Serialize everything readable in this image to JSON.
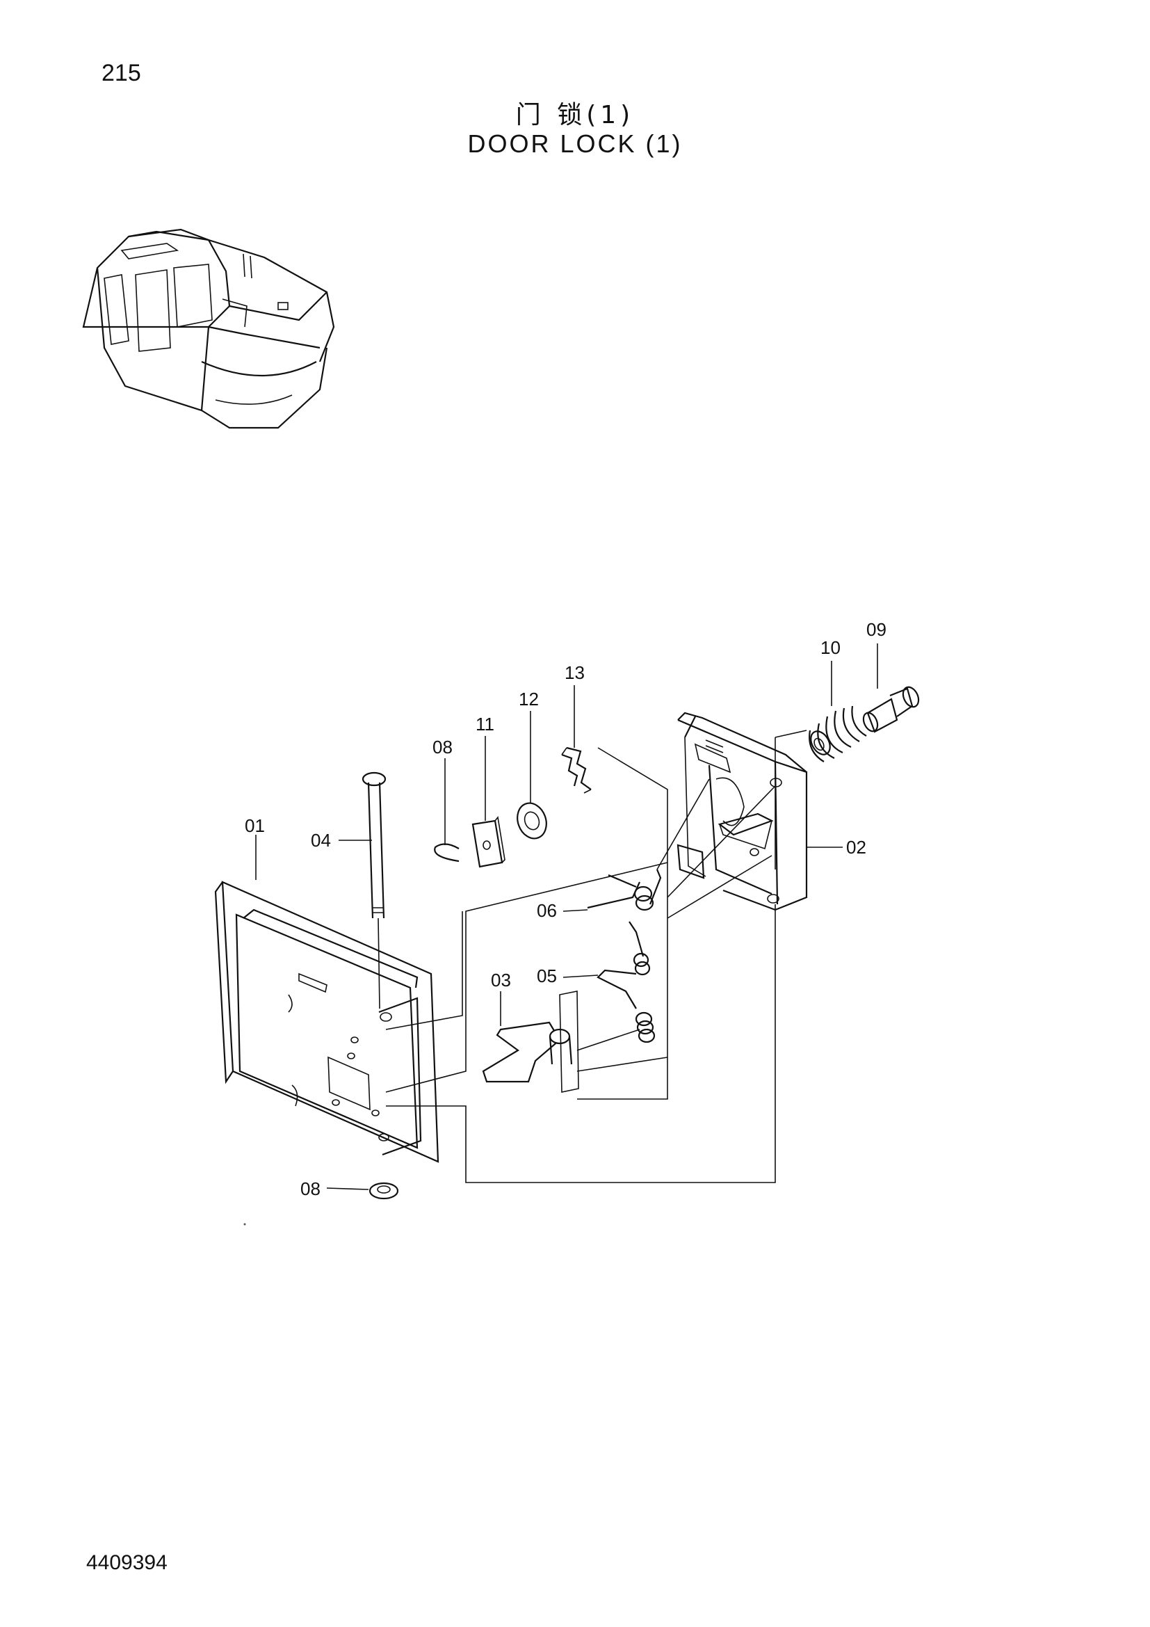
{
  "page": {
    "number": "215",
    "title_cn": "门 锁(1)",
    "title_en": "DOOR LOCK (1)",
    "document_number": "4409394"
  },
  "callouts": [
    {
      "id": "01",
      "label": "01"
    },
    {
      "id": "02",
      "label": "02"
    },
    {
      "id": "03",
      "label": "03"
    },
    {
      "id": "04",
      "label": "04"
    },
    {
      "id": "05",
      "label": "05"
    },
    {
      "id": "06",
      "label": "06"
    },
    {
      "id": "08a",
      "label": "08"
    },
    {
      "id": "08b",
      "label": "08"
    },
    {
      "id": "09",
      "label": "09"
    },
    {
      "id": "10",
      "label": "10"
    },
    {
      "id": "11",
      "label": "11"
    },
    {
      "id": "12",
      "label": "12"
    },
    {
      "id": "13",
      "label": "13"
    }
  ]
}
